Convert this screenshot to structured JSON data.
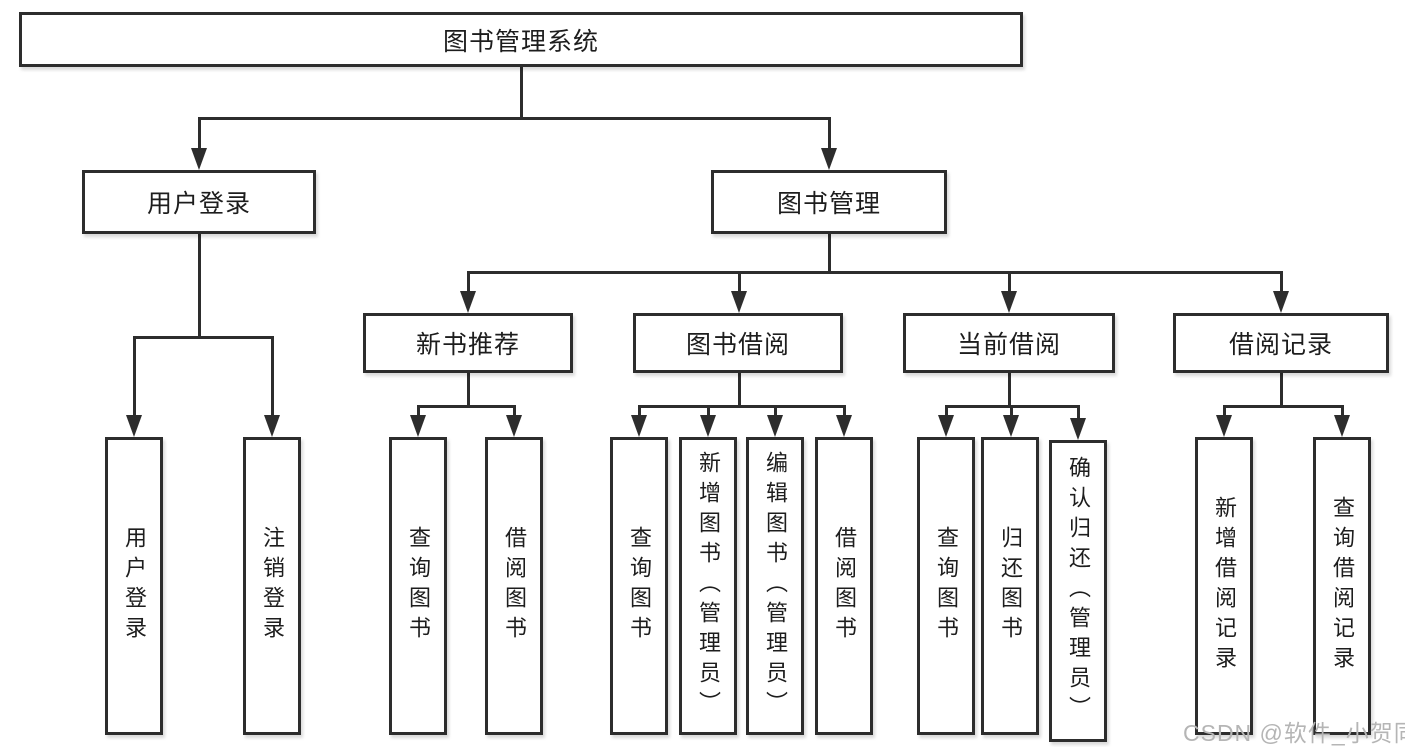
{
  "diagram": {
    "root": {
      "label": "图书管理系统"
    },
    "level1": [
      {
        "label": "用户登录"
      },
      {
        "label": "图书管理"
      }
    ],
    "level2": [
      {
        "label": "新书推荐"
      },
      {
        "label": "图书借阅"
      },
      {
        "label": "当前借阅"
      },
      {
        "label": "借阅记录"
      }
    ],
    "leaves": {
      "user_login": [
        {
          "label": "用户登录"
        },
        {
          "label": "注销登录"
        }
      ],
      "new_book": [
        {
          "label": "查询图书"
        },
        {
          "label": "借阅图书"
        }
      ],
      "book_borrow": [
        {
          "label": "查询图书"
        },
        {
          "label": "新增图书（管理员）"
        },
        {
          "label": "编辑图书（管理员）"
        },
        {
          "label": "借阅图书"
        }
      ],
      "current_borrow": [
        {
          "label": "查询图书"
        },
        {
          "label": "归还图书"
        },
        {
          "label": "确认归还（管理员）"
        }
      ],
      "borrow_record": [
        {
          "label": "新增借阅记录"
        },
        {
          "label": "查询借阅记录"
        }
      ]
    }
  },
  "watermark": {
    "text": "CSDN @软件_小贺同学"
  },
  "colors": {
    "line": "#2d2d2d",
    "text": "#1d1d1d",
    "box_background": "#ffffff",
    "watermark": "#b5b5b5",
    "background": "#ffffff"
  }
}
